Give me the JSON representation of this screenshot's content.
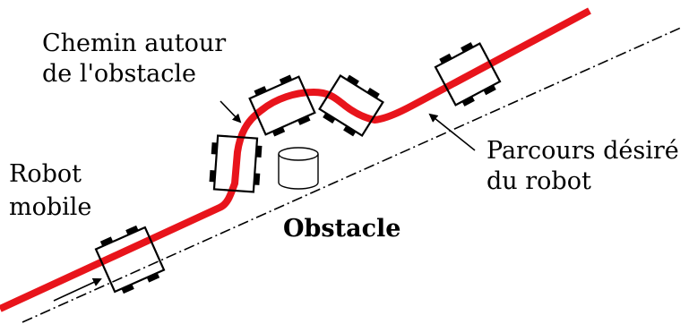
{
  "labels": {
    "path_around_line1": "Chemin autour",
    "path_around_line2": "de l'obstacle",
    "desired_path_line1": "Parcours désiré",
    "desired_path_line2": "du robot",
    "robot_line1": "Robot",
    "robot_line2": "mobile",
    "obstacle": "Obstacle"
  },
  "colors": {
    "path": "#e8141b",
    "line": "#000000",
    "background": "#ffffff"
  }
}
